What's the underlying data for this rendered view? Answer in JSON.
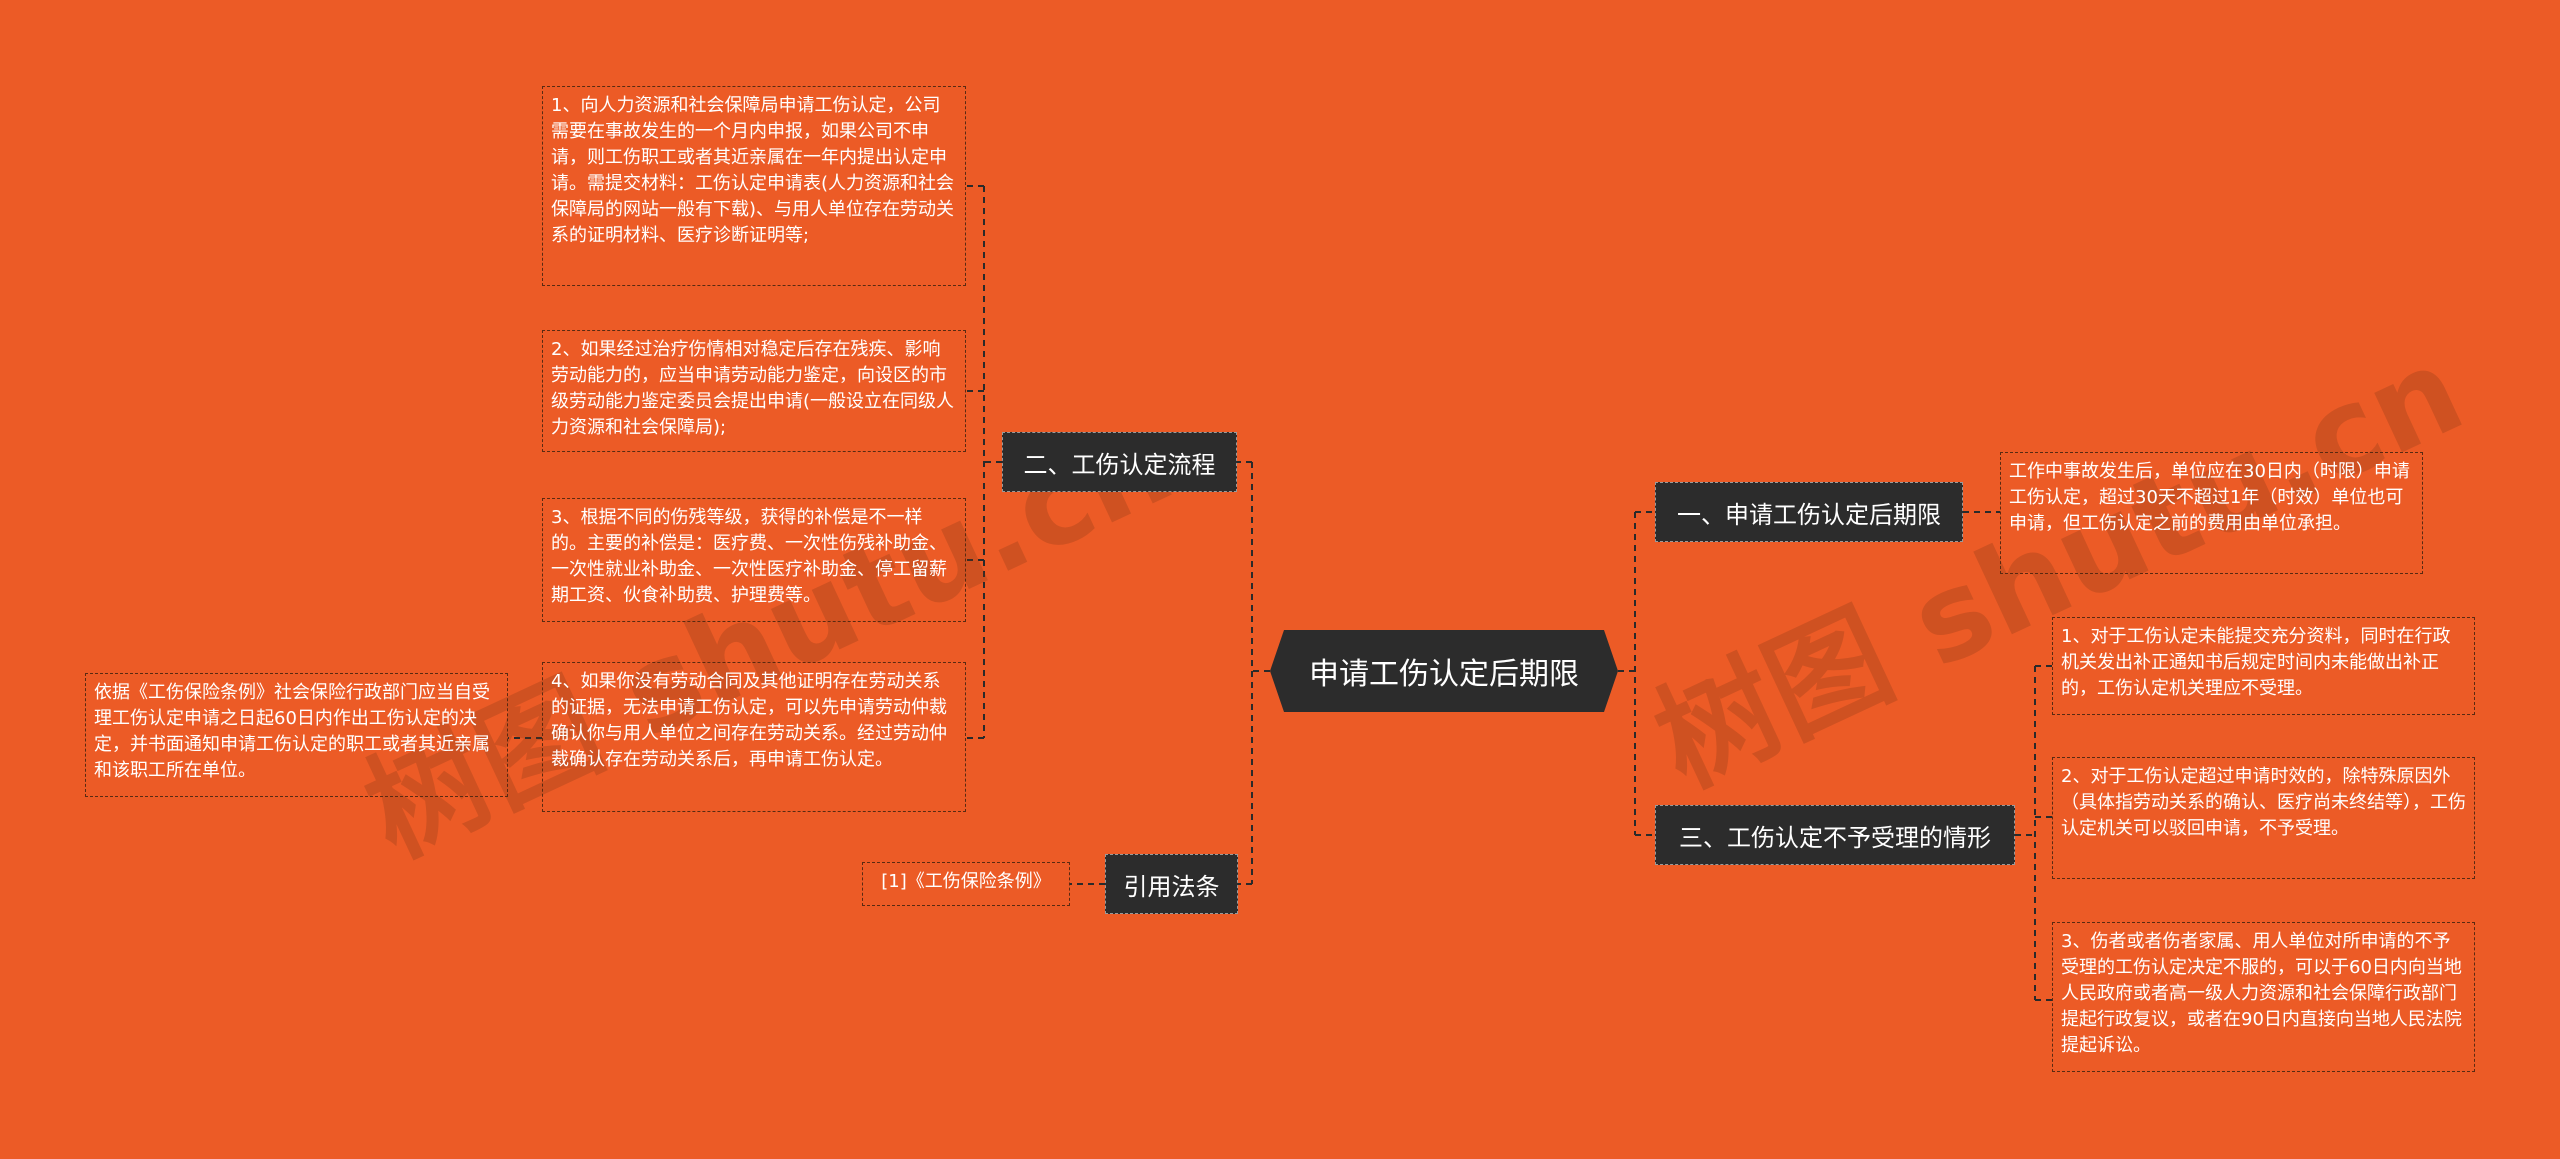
{
  "watermark": {
    "left": "树图 shutu.cn",
    "right": "树图 shutu.cn"
  },
  "root": {
    "label": "申请工伤认定后期限"
  },
  "branches": {
    "deadline": {
      "label": "一、申请工伤认定后期限"
    },
    "process": {
      "label": "二、工伤认定流程"
    },
    "reject": {
      "label": "三、工伤认定不予受理的情形"
    },
    "law": {
      "label": "引用法条"
    }
  },
  "leaves": {
    "deadline_1": "工作中事故发生后，单位应在30日内（时限）申请工伤认定，超过30天不超过1年（时效）单位也可申请，但工伤认定之前的费用由单位承担。",
    "process_1": "1、向人力资源和社会保障局申请工伤认定，公司需要在事故发生的一个月内申报，如果公司不申请，则工伤职工或者其近亲属在一年内提出认定申请。需提交材料：工伤认定申请表(人力资源和社会保障局的网站一般有下载)、与用人单位存在劳动关系的证明材料、医疗诊断证明等;",
    "process_2": "2、如果经过治疗伤情相对稳定后存在残疾、影响劳动能力的，应当申请劳动能力鉴定，向设区的市级劳动能力鉴定委员会提出申请(一般设立在同级人力资源和社会保障局);",
    "process_3": "3、根据不同的伤残等级，获得的补偿是不一样的。主要的补偿是：医疗费、一次性伤残补助金、一次性就业补助金、一次性医疗补助金、停工留薪期工资、伙食补助费、护理费等。",
    "process_4": "4、如果你没有劳动合同及其他证明存在劳动关系的证据，无法申请工伤认定，可以先申请劳动仲裁确认你与用人单位之间存在劳动关系。经过劳动仲裁确认存在劳动关系后，再申请工伤认定。",
    "process_4_sub": "依据《工伤保险条例》社会保险行政部门应当自受理工伤认定申请之日起60日内作出工伤认定的决定，并书面通知申请工伤认定的职工或者其近亲属和该职工所在单位。",
    "reject_1": "1、对于工伤认定未能提交充分资料，同时在行政机关发出补正通知书后规定时间内未能做出补正的，工伤认定机关理应不受理。",
    "reject_2": "2、对于工伤认定超过申请时效的，除特殊原因外（具体指劳动关系的确认、医疗尚未终结等），工伤认定机关可以驳回申请，不予受理。",
    "reject_3": "3、伤者或者伤者家属、用人单位对所申请的不予受理的工伤认定决定不服的，可以于60日内向当地人民政府或者高一级人力资源和社会保障行政部门提起行政复议，或者在90日内直接向当地人民法院提起诉讼。",
    "law_1": "[1]《工伤保险条例》"
  },
  "colors": {
    "background": "#ec5b26",
    "node": "#2c2c2c",
    "line": "#2a2a2a"
  }
}
